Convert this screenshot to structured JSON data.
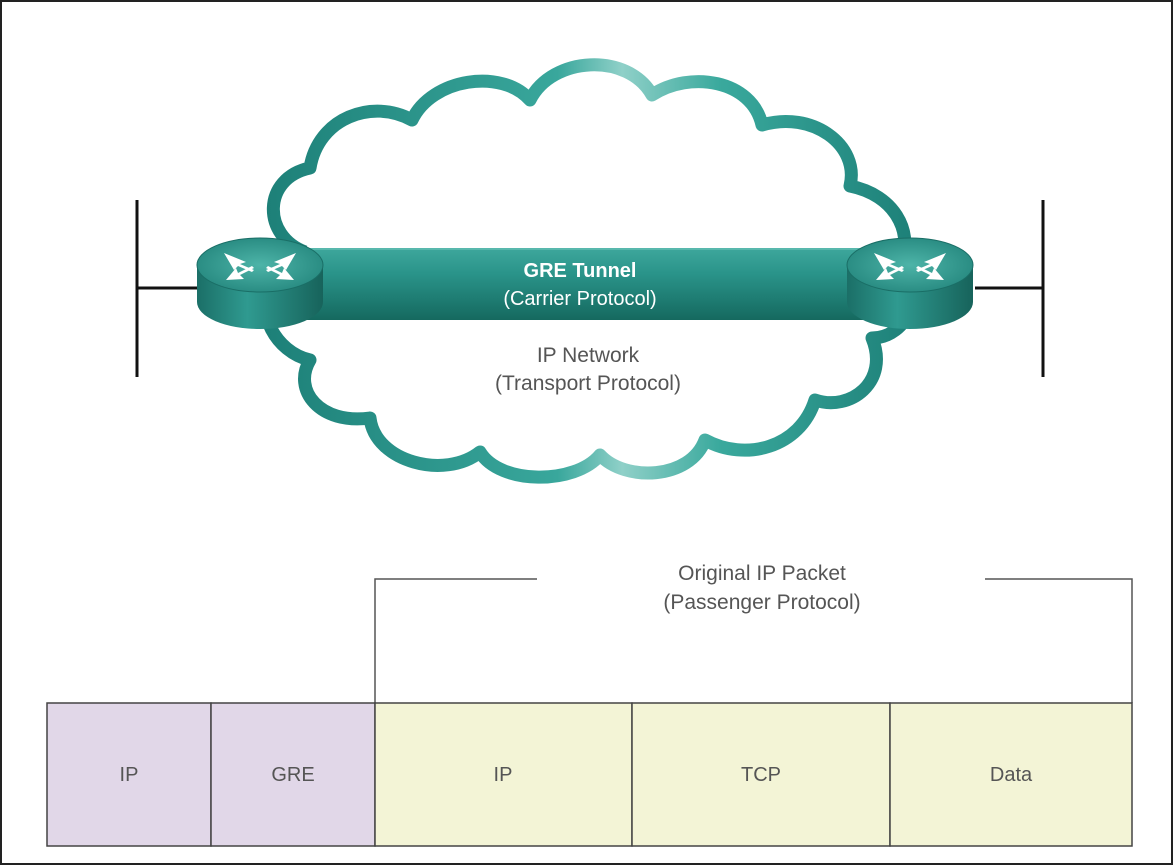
{
  "tunnel": {
    "title": "GRE Tunnel",
    "subtitle": "(Carrier Protocol)"
  },
  "network": {
    "title": "IP Network",
    "subtitle": "(Transport Protocol)"
  },
  "packet": {
    "title": "Original IP Packet",
    "subtitle": "(Passenger Protocol)",
    "fields": [
      {
        "label": "IP",
        "color": "#e1d7e8"
      },
      {
        "label": "GRE",
        "color": "#e1d7e8"
      },
      {
        "label": "IP",
        "color": "#f3f4d6"
      },
      {
        "label": "TCP",
        "color": "#f3f4d6"
      },
      {
        "label": "Data",
        "color": "#f3f4d6"
      }
    ]
  },
  "colors": {
    "teal_dark": "#1f7f78",
    "teal": "#2e9d92",
    "teal_light": "#a6d9d2",
    "border": "#444444",
    "text_gray": "#555555"
  }
}
